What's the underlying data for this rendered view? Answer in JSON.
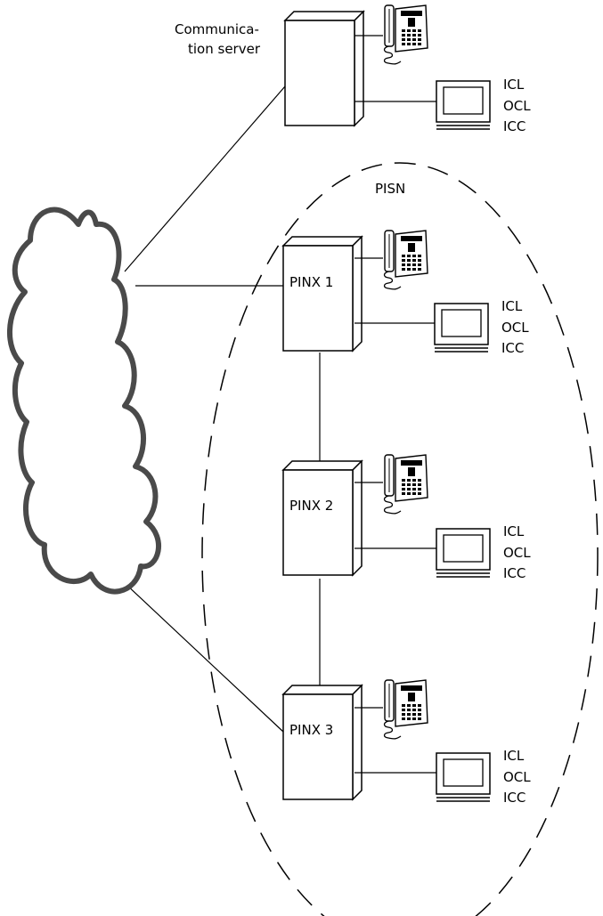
{
  "server": {
    "label_line1": "Communica-",
    "label_line2": "tion server"
  },
  "pisn_label": "PISN",
  "pinx": [
    {
      "label": "PINX 1"
    },
    {
      "label": "PINX 2"
    },
    {
      "label": "PINX 3"
    }
  ],
  "terminal_labels": [
    "ICL",
    "OCL",
    "ICC"
  ],
  "colors": {
    "line": "#000000",
    "cloud_fill": "#ffffff",
    "cloud_outline": "#4a4a4a",
    "background": "#ffffff"
  },
  "icons": {
    "network": "cloud-icon",
    "phone": "telephone-icon",
    "terminal": "monitor-icon"
  }
}
